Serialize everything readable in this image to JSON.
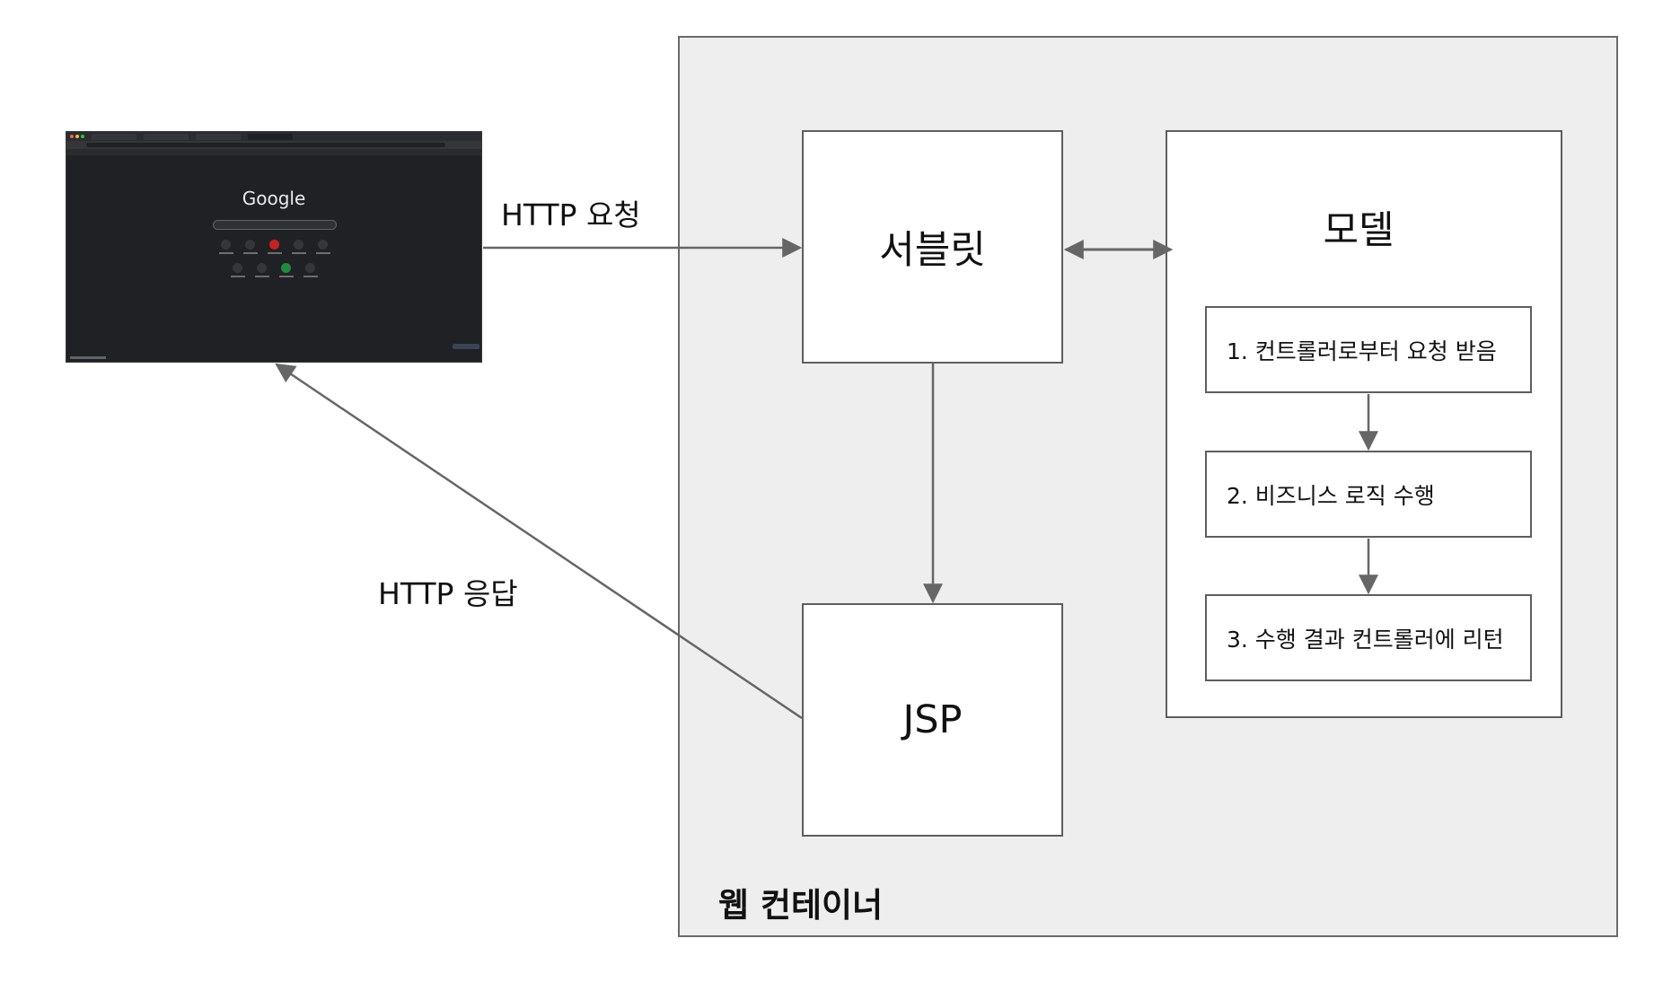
{
  "diagram": {
    "container_label": "웹 컨테이너",
    "servlet_label": "서블릿",
    "jsp_label": "JSP",
    "model": {
      "title": "모델",
      "steps": [
        "1. 컨트롤러로부터 요청 받음",
        "2. 비즈니스 로직 수행",
        "3. 수행 결과 컨트롤러에 리턴"
      ]
    },
    "request_label": "HTTP 요청",
    "response_label": "HTTP 응답",
    "browser": {
      "logo_text": "Google"
    }
  },
  "colors": {
    "container_fill": "#eeeeee",
    "border": "#5e5e5e",
    "arrow": "#666666",
    "browser_bg": "#202124"
  }
}
